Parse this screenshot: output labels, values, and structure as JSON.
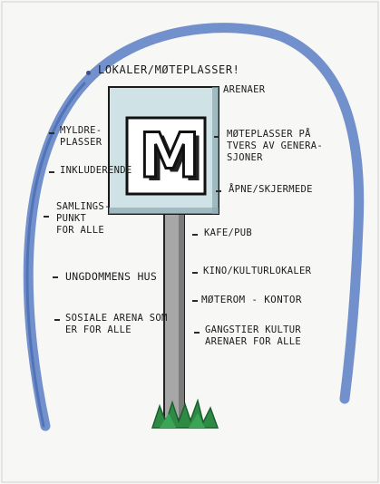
{
  "header": {
    "title": "Lokaler/møteplasser!"
  },
  "sign": {
    "letter": "M"
  },
  "left_items": [
    {
      "label": "Myldre-\nplasser"
    },
    {
      "label": "Inkluderende"
    },
    {
      "label": "Samlings-\npunkt\nfor alle"
    },
    {
      "label": "Ungdommens hus"
    },
    {
      "label": "Sosiale arena som\ner for alle"
    }
  ],
  "right_items": [
    {
      "label": "Arenaer"
    },
    {
      "label": "Møteplasser på\ntvers av genera-\nsjoner"
    },
    {
      "label": "Åpne/skjermede"
    },
    {
      "label": "Kafe/pub"
    },
    {
      "label": "Kino/kulturlokaler"
    },
    {
      "label": "Møterom - kontor"
    },
    {
      "label": "Gangstier kultur\narenaer for alle"
    }
  ],
  "colors": {
    "arc": "#5b7fc4",
    "sign_face": "#cfe3e6",
    "pole": "#9a9a9a",
    "grass": "#2f8a46"
  }
}
